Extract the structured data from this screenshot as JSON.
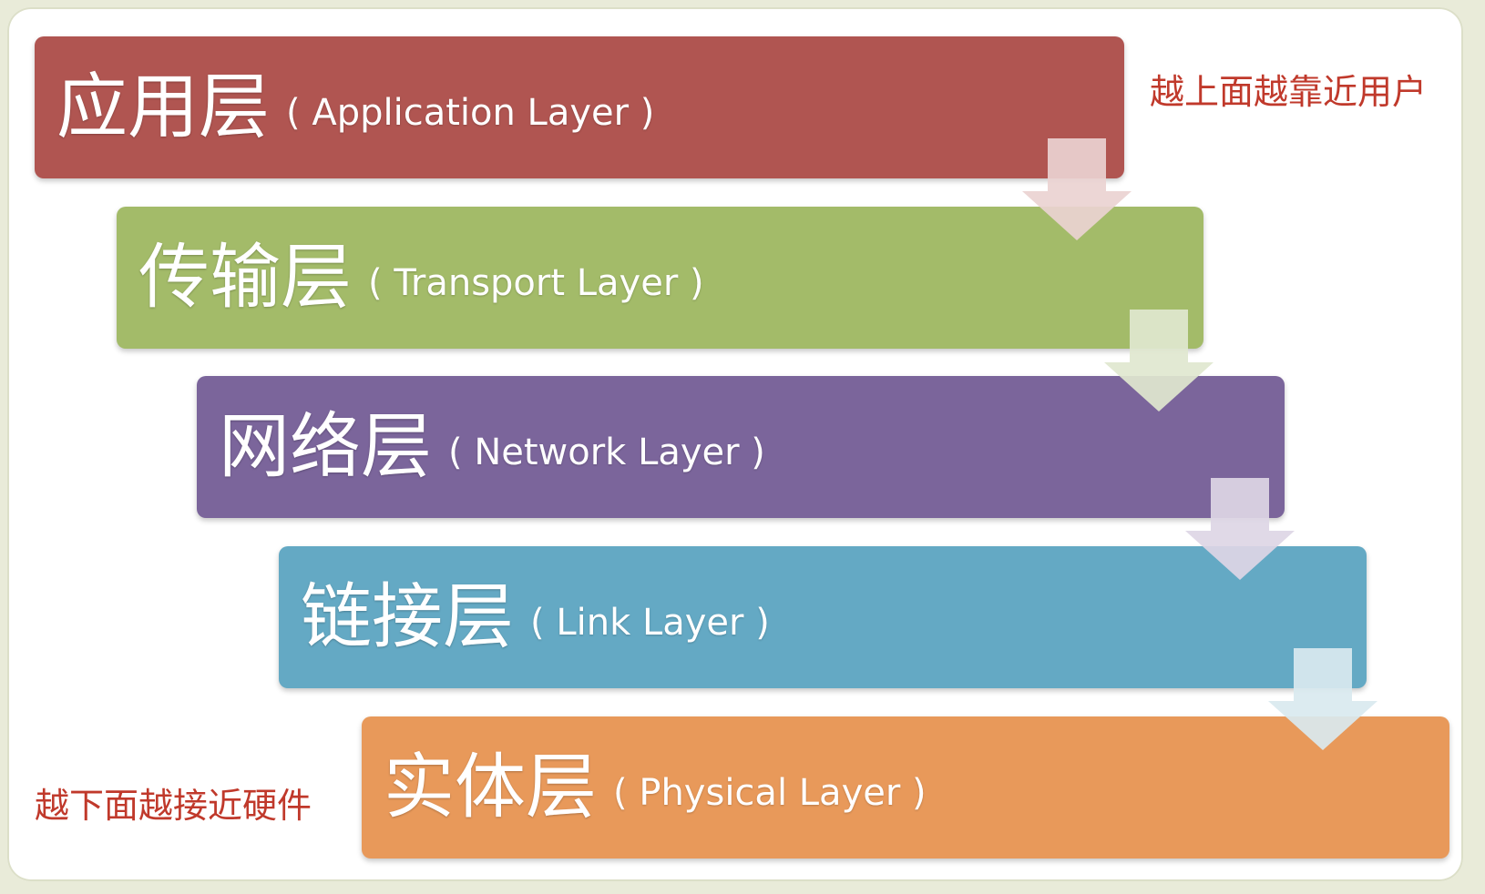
{
  "layers": [
    {
      "cn": "应用层",
      "en": "( Application Layer )",
      "color": "#b05551"
    },
    {
      "cn": "传输层",
      "en": "( Transport Layer )",
      "color": "#a3bb69"
    },
    {
      "cn": "网络层",
      "en": "( Network Layer )",
      "color": "#7b659b"
    },
    {
      "cn": "链接层",
      "en": "( Link Layer )",
      "color": "#64a9c4"
    },
    {
      "cn": "实体层",
      "en": "( Physical Layer )",
      "color": "#e8995a"
    }
  ],
  "notes": {
    "top": "越上面越靠近用户",
    "bottom": "越下面越接近硬件"
  },
  "arrow_colors": [
    "#ead2d1",
    "#dfe7cf",
    "#ddd6e5",
    "#d9e9ef"
  ]
}
